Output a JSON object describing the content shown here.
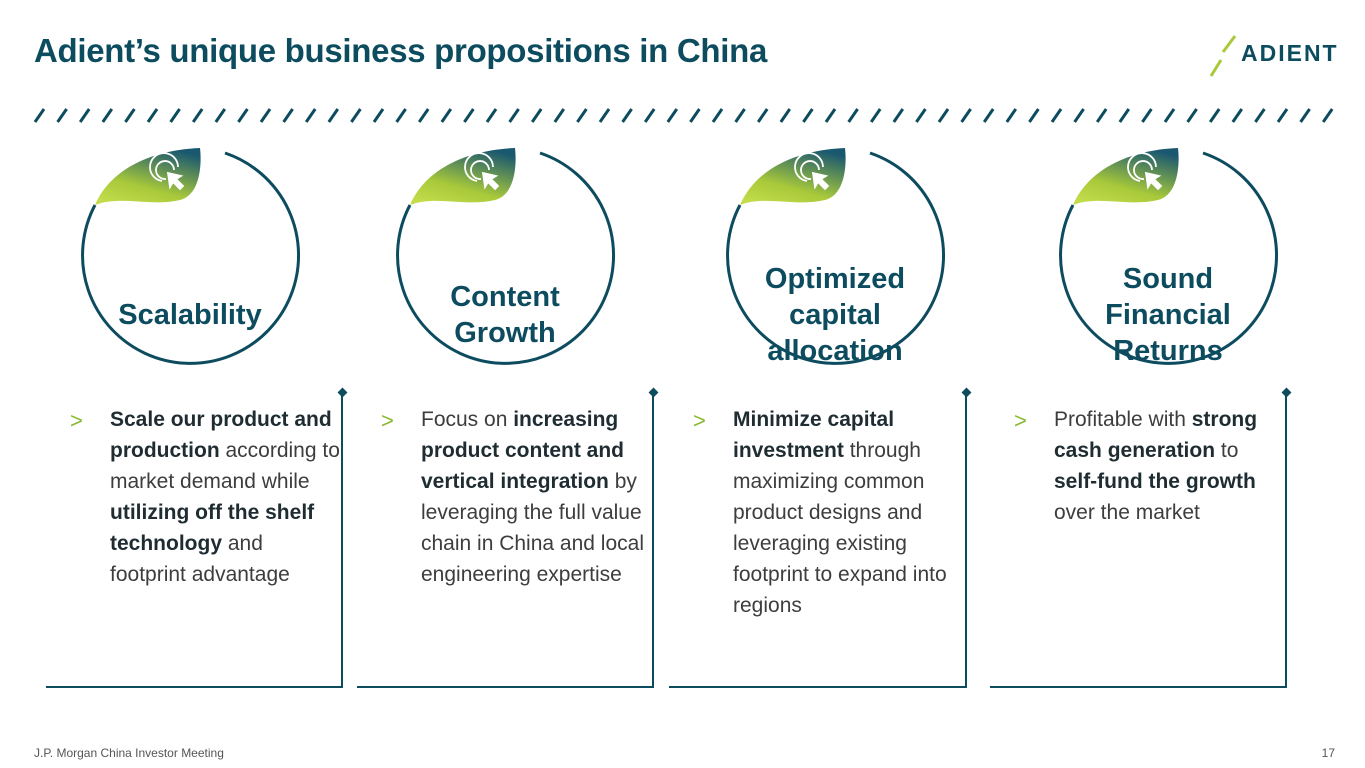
{
  "title": "Adient’s unique business propositions in China",
  "logo_text": "ADIENT",
  "colors": {
    "primary": "#0d4c5f",
    "accent": "#a8c93a",
    "text": "#3d3d3d"
  },
  "pillars": [
    {
      "label": "Scalability",
      "icon": "target-click-icon",
      "bullet": ">",
      "segments": [
        {
          "t": "Scale our product and production",
          "b": true
        },
        {
          "t": " according to market demand while ",
          "b": false
        },
        {
          "t": "utilizing off the shelf technology",
          "b": true
        },
        {
          "t": " and footprint advantage",
          "b": false
        }
      ]
    },
    {
      "label": "Content Growth",
      "icon": "target-click-icon",
      "bullet": ">",
      "segments": [
        {
          "t": "Focus on ",
          "b": false
        },
        {
          "t": "increasing product content and vertical integration",
          "b": true
        },
        {
          "t": " by leveraging the full value chain in China and local engineering expertise",
          "b": false
        }
      ]
    },
    {
      "label": "Optimized capital allocation",
      "icon": "target-click-icon",
      "bullet": ">",
      "segments": [
        {
          "t": "Minimize capital investment",
          "b": true
        },
        {
          "t": " through maximizing common product designs and leveraging existing footprint to expand into regions",
          "b": false
        }
      ]
    },
    {
      "label": "Sound Financial Returns",
      "icon": "target-click-icon",
      "bullet": ">",
      "segments": [
        {
          "t": "Profitable with ",
          "b": false
        },
        {
          "t": "strong cash generation",
          "b": true
        },
        {
          "t": " to ",
          "b": false
        },
        {
          "t": "self-fund the growth",
          "b": true
        },
        {
          "t": " over the market",
          "b": false
        }
      ]
    }
  ],
  "footer": "J.P. Morgan China Investor Meeting",
  "page_number": "17"
}
